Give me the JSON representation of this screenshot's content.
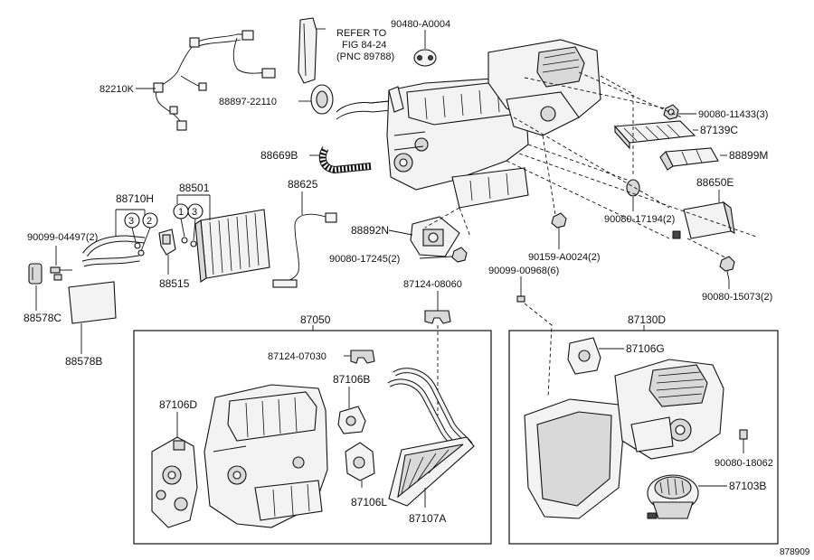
{
  "diagram": {
    "sheet_number": "878909",
    "note": {
      "line1": "REFER TO",
      "line2": "FIG  84-24",
      "line3": "(PNC 89788)"
    },
    "labels": {
      "p82210K": "82210K",
      "p90480": "90480-A0004",
      "p88897": "88897-22110",
      "p90080_11433": "90080-11433(3)",
      "p87139C": "87139C",
      "p88669B": "88669B",
      "p88899M": "88899M",
      "p88710H": "88710H",
      "p88501": "88501",
      "p88625": "88625",
      "p88650E": "88650E",
      "p90080_17194": "90080-17194(2)",
      "p90099_04497": "90099-04497(2)",
      "p88892N": "88892N",
      "p90080_17245": "90080-17245(2)",
      "p90159": "90159-A0024(2)",
      "p90099_00968": "90099-00968(6)",
      "p90080_15073": "90080-15073(2)",
      "p88515": "88515",
      "p88578C": "88578C",
      "p88578B": "88578B",
      "p87124_08060": "87124-08060",
      "p87050": "87050",
      "p87130D": "87130D",
      "p87124_07030": "87124-07030",
      "p87106B": "87106B",
      "p87106D": "87106D",
      "p87106L": "87106L",
      "p87107A": "87107A",
      "p87106G": "87106G",
      "p90080_18062": "90080-18062",
      "p87103B": "87103B"
    },
    "callouts": {
      "c1": "1",
      "c2": "2",
      "c3a": "3",
      "c3b": "3"
    }
  }
}
